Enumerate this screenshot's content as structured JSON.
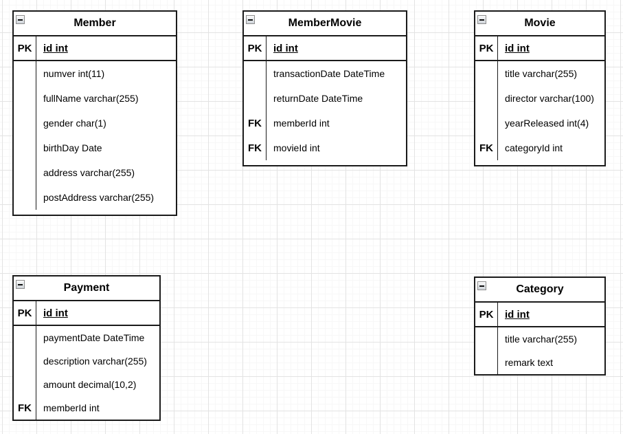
{
  "diagram": {
    "colors": {
      "background": "#ffffff",
      "grid_major": "#e3e3e3",
      "grid_minor": "#f7f7f7",
      "table_border": "#1a1a1a",
      "text": "#000000"
    },
    "icons": {
      "collapse": "minus-icon"
    },
    "tables": [
      {
        "title": "Member",
        "pk": {
          "key": "PK",
          "field": "id int"
        },
        "rows": [
          {
            "key": "",
            "field": "numver int(11)"
          },
          {
            "key": "",
            "field": "fullName varchar(255)"
          },
          {
            "key": "",
            "field": "gender char(1)"
          },
          {
            "key": "",
            "field": "birthDay Date"
          },
          {
            "key": "",
            "field": "address varchar(255)"
          },
          {
            "key": "",
            "field": "postAddress varchar(255)"
          }
        ]
      },
      {
        "title": "MemberMovie",
        "pk": {
          "key": "PK",
          "field": "id int"
        },
        "rows": [
          {
            "key": "",
            "field": "transactionDate DateTime"
          },
          {
            "key": "",
            "field": "returnDate DateTime"
          },
          {
            "key": "FK",
            "field": "memberId int"
          },
          {
            "key": "FK",
            "field": "movieId int"
          }
        ]
      },
      {
        "title": "Movie",
        "pk": {
          "key": "PK",
          "field": "id int"
        },
        "rows": [
          {
            "key": "",
            "field": "title varchar(255)"
          },
          {
            "key": "",
            "field": "director varchar(100)"
          },
          {
            "key": "",
            "field": "yearReleased int(4)"
          },
          {
            "key": "FK",
            "field": "categoryId int"
          }
        ]
      },
      {
        "title": "Payment",
        "pk": {
          "key": "PK",
          "field": "id int"
        },
        "rows": [
          {
            "key": "",
            "field": "paymentDate DateTime"
          },
          {
            "key": "",
            "field": "description varchar(255)"
          },
          {
            "key": "",
            "field": "amount decimal(10,2)"
          },
          {
            "key": "FK",
            "field": "memberId int"
          }
        ]
      },
      {
        "title": "Category",
        "pk": {
          "key": "PK",
          "field": "id int"
        },
        "rows": [
          {
            "key": "",
            "field": "title varchar(255)"
          },
          {
            "key": "",
            "field": "remark text"
          }
        ]
      }
    ]
  }
}
